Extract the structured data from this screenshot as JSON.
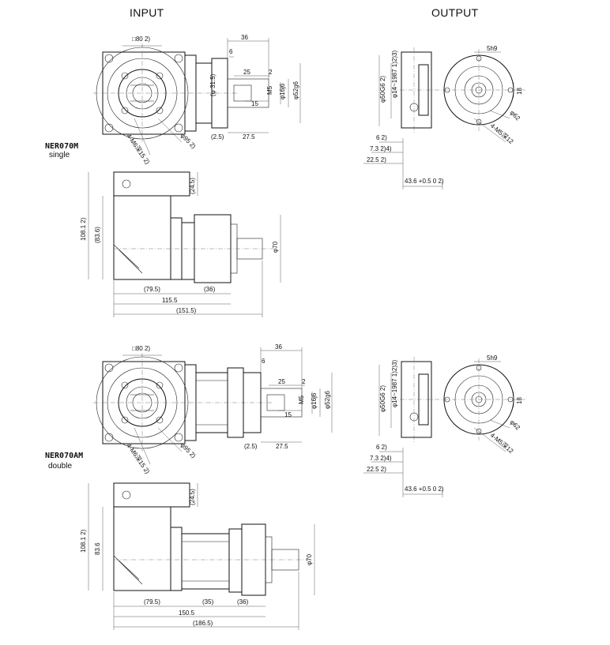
{
  "headers": {
    "input": "INPUT",
    "output": "OUTPUT"
  },
  "models": [
    {
      "name": "NER070M",
      "variant": "single"
    },
    {
      "name": "NER070AM",
      "variant": "double"
    }
  ],
  "input_front_dims": [
    "□80  2)",
    "36",
    "6",
    "25",
    "2",
    "(φ 31.5)",
    "M5",
    "φ16j6",
    "φ52g6",
    "15",
    "(2.5)",
    "27.5",
    "4-M6深15  2)",
    "φ95  2)"
  ],
  "input_side_single": [
    "108.1  2)",
    "(83.6)",
    "(24.5)",
    "φ70",
    "(79.5)",
    "(36)",
    "115.5",
    "(151.5)"
  ],
  "input_side_double": [
    "108.1  2)",
    "83.6",
    "(24.5)",
    "φ70",
    "(79.5)",
    "(35)",
    "(36)",
    "150.5",
    "(186.5)"
  ],
  "output_dims": [
    "φ14~1987  1)2)3)",
    "φ50G6  2)",
    "5h9",
    "18",
    "φ62",
    "4-M5深12",
    "6  2)",
    "7.3  2)4)",
    "22.5  2)",
    "43.6 +0.5 0  2)"
  ]
}
